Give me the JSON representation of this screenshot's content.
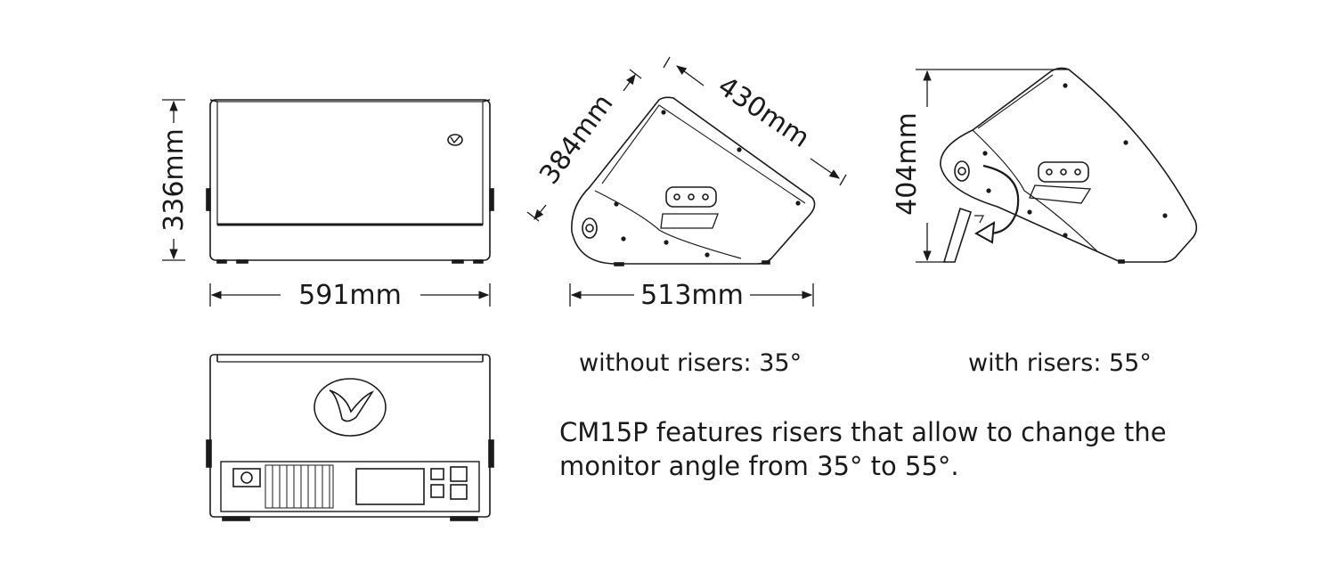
{
  "dimensions": {
    "front_height": "336mm",
    "front_width": "591mm",
    "side_diag_short": "384mm",
    "side_diag_long": "430mm",
    "side_width": "513mm",
    "riser_height": "404mm"
  },
  "captions": {
    "without_risers": "without risers: 35°",
    "with_risers": "with risers: 55°",
    "feature_line1": "CM15P features risers that allow to change the",
    "feature_line2": "monitor angle from 35° to 55°."
  },
  "icons": [
    "v-logo-icon",
    "rotation-arrow-icon"
  ]
}
